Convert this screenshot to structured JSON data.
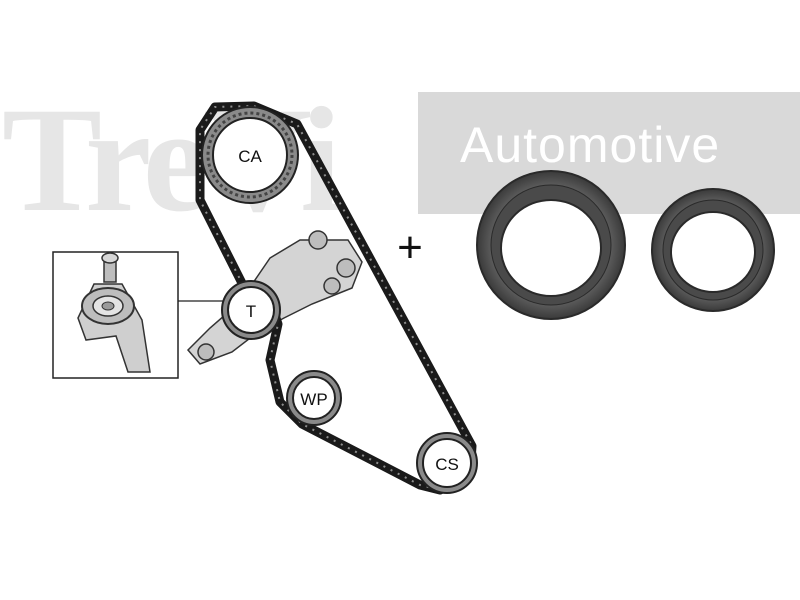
{
  "watermark": {
    "brand": "TreVi",
    "tagline": "Automotive"
  },
  "pulleys": {
    "camshaft": "CA",
    "tensioner": "T",
    "water_pump": "WP",
    "crankshaft": "CS"
  },
  "plus_sign": "+",
  "colors": {
    "watermark_text": "#e6e6e6",
    "watermark_band": "#d9d9d9",
    "belt": "#1a1a1a",
    "seal": "#555555",
    "pulley_ring": "#8a8a8a"
  }
}
